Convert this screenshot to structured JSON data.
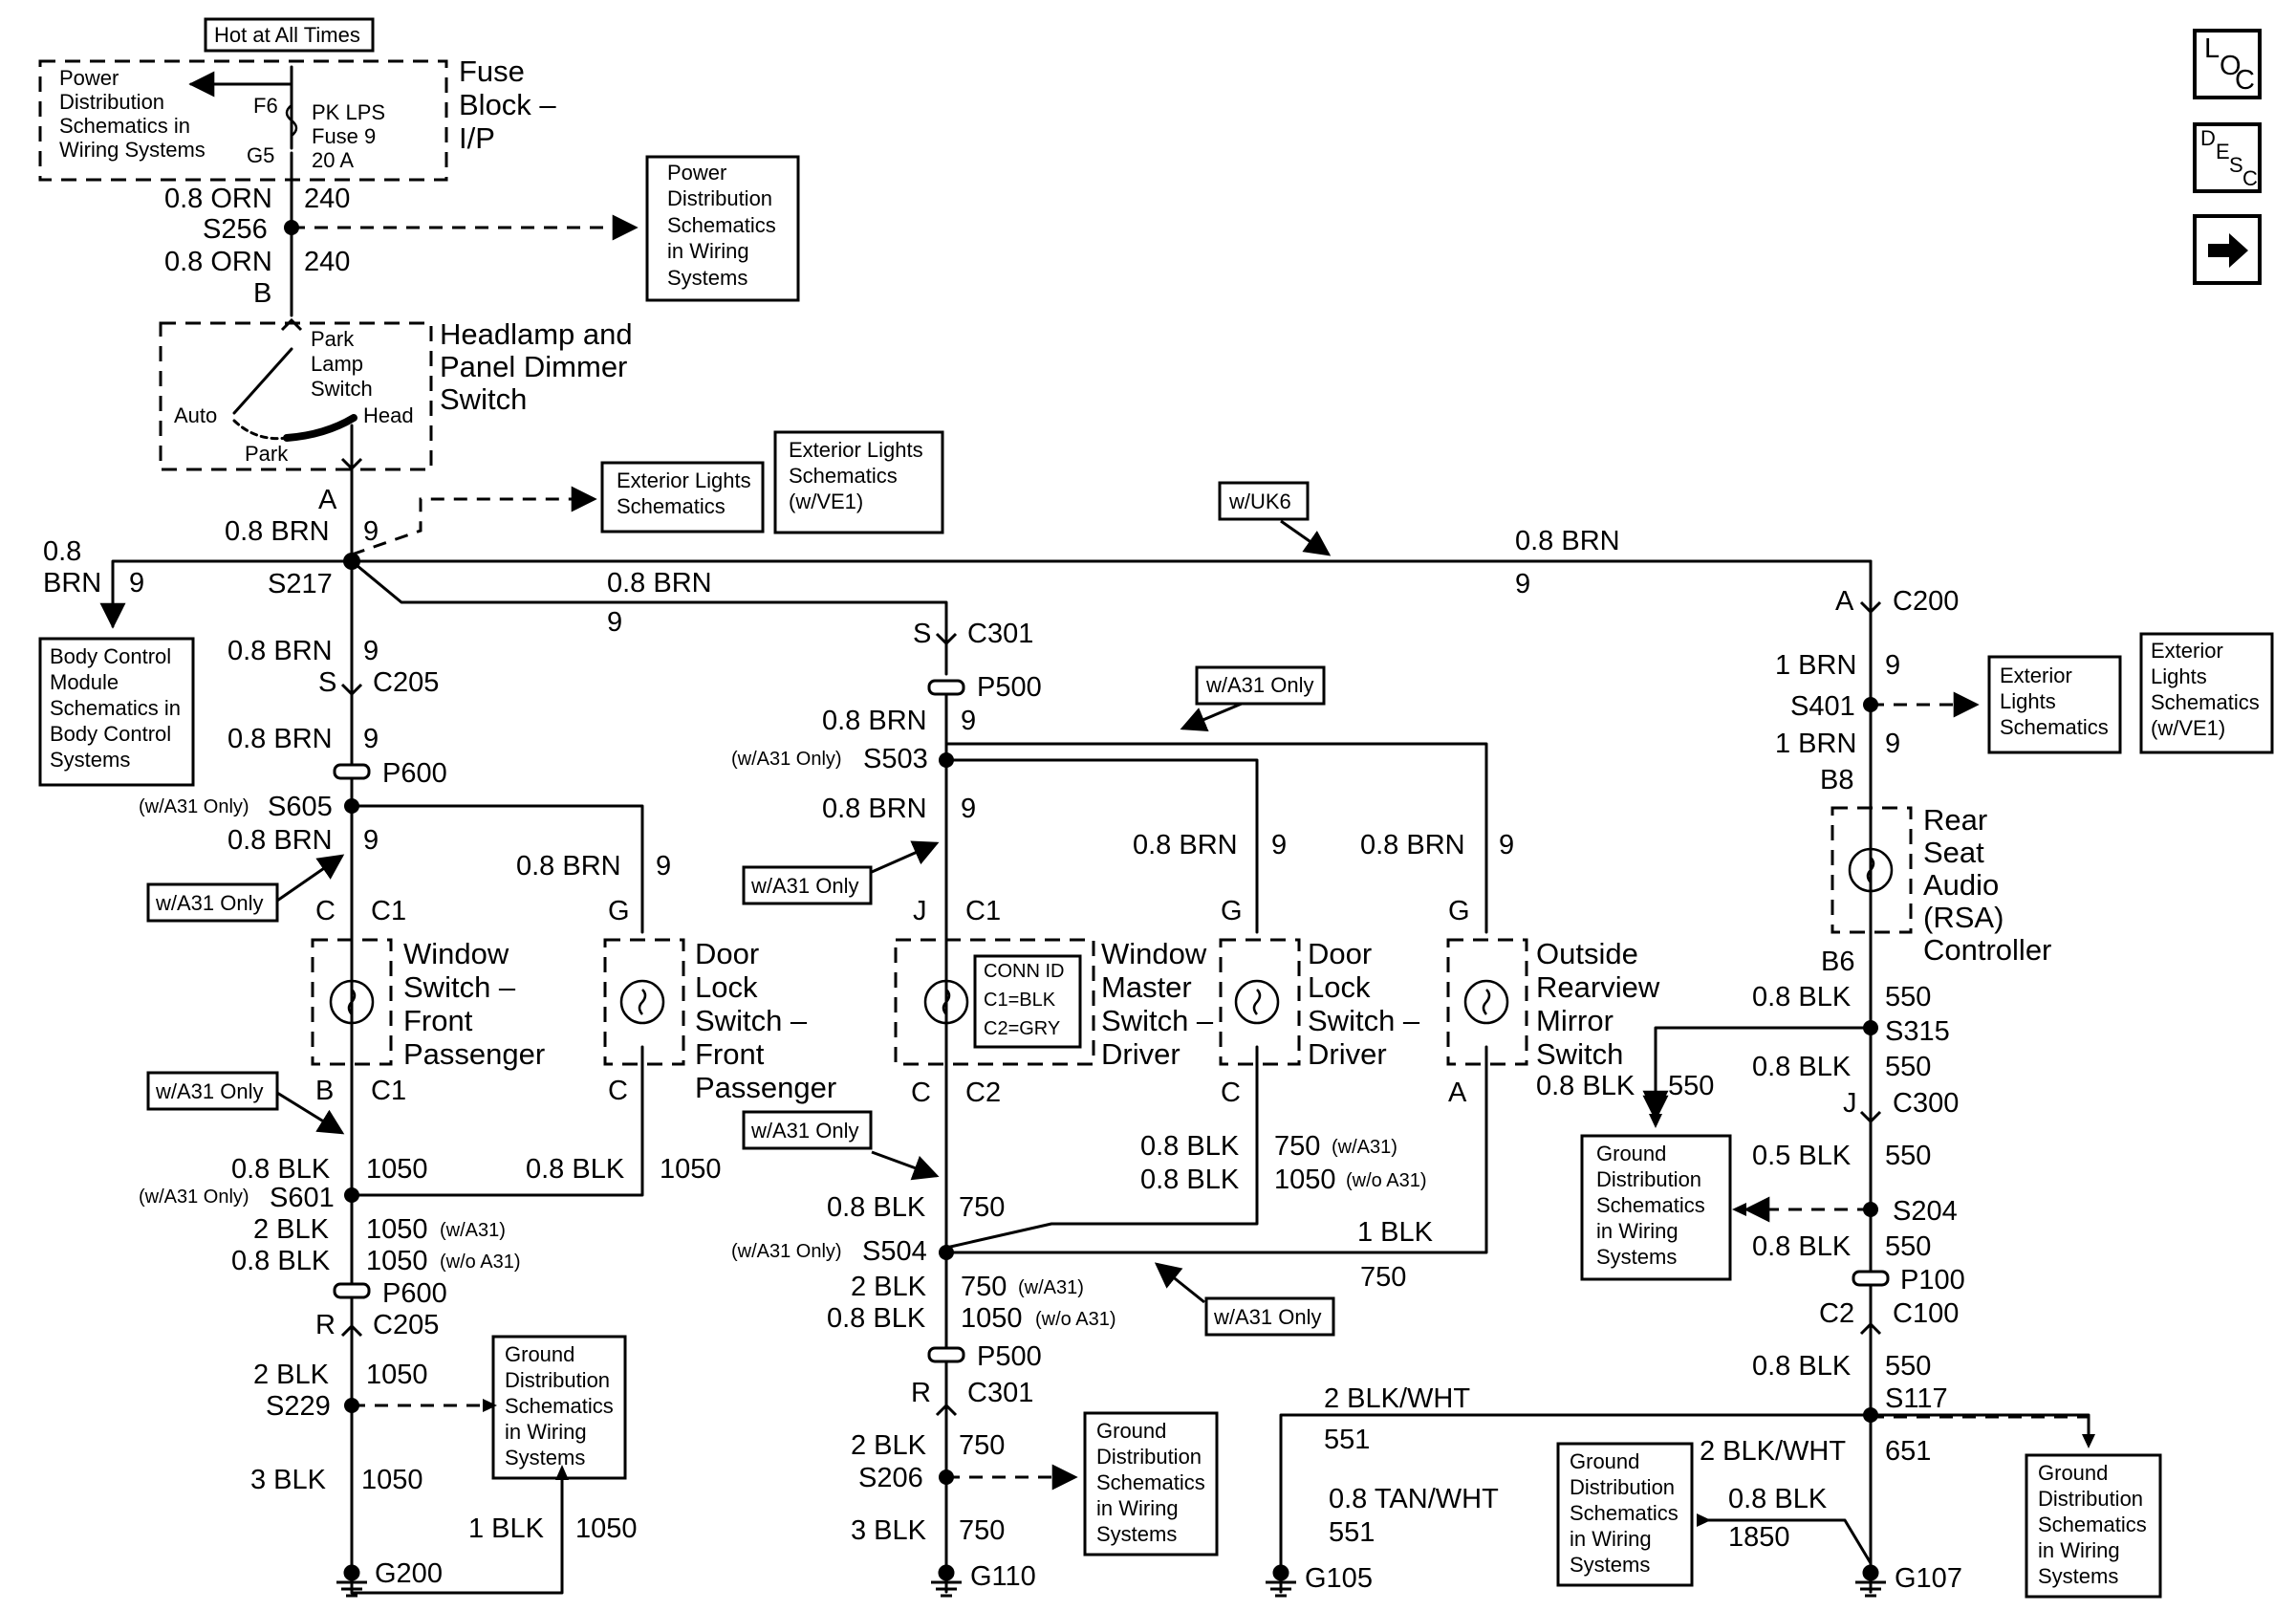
{
  "nav": {
    "loc": [
      "L",
      "O",
      "C"
    ],
    "desc": [
      "D",
      "E",
      "S",
      "C"
    ],
    "next_icon": "right-arrow-icon"
  },
  "top": {
    "hot": "Hot at All Times",
    "pd": [
      "Power",
      "Distribution",
      "Schematics in",
      "Wiring Systems"
    ],
    "fuse_block": [
      "Fuse",
      "Block –",
      "I/P"
    ],
    "f6": "F6",
    "g5": "G5",
    "fuse": [
      "PK LPS",
      "Fuse  9",
      "20 A"
    ],
    "w1": "0.8 ORN",
    "c1": "240",
    "s256": "S256",
    "w2": "0.8 ORN",
    "c2": "240",
    "b": "B",
    "pd2": [
      "Power",
      "Distribution",
      "Schematics",
      "in Wiring",
      "Systems"
    ]
  },
  "hl": {
    "name": [
      "Headlamp and",
      "Panel Dimmer",
      "Switch"
    ],
    "park_lamp": [
      "Park",
      "Lamp",
      "Switch"
    ],
    "auto": "Auto",
    "head": "Head",
    "park": "Park",
    "a": "A"
  },
  "bus": {
    "w_left_a": "0.8",
    "w_left_b": "BRN",
    "c_left": "9",
    "w_top": "0.8 BRN",
    "c_top": "9",
    "s217": "S217",
    "w_mid": "0.8 BRN",
    "c_mid": "9",
    "uk6": "w/UK6",
    "w_right": "0.8 BRN",
    "c_right": "9",
    "ext1": [
      "Exterior Lights",
      "Schematics"
    ],
    "ext2": [
      "Exterior Lights",
      "Schematics",
      "(w/VE1)"
    ]
  },
  "bcm": [
    "Body Control",
    "Module",
    "Schematics in",
    "Body Control",
    "Systems"
  ],
  "left": {
    "w1": "0.8 BRN",
    "c1": "9",
    "s": "S",
    "c205": "C205",
    "w2": "0.8 BRN",
    "c2": "9",
    "p600": "P600",
    "s605": "S605",
    "a31": "(w/A31 Only)",
    "w3": "0.8 BRN",
    "c3": "9",
    "w3b": "0.8 BRN",
    "c3b": "9",
    "tag1": "w/A31 Only",
    "tag2": "w/A31 Only",
    "c_pin": "C",
    "c1lbl": "C1",
    "g_pin": "G",
    "wsw": [
      "Window",
      "Switch –",
      "Front",
      "Passenger"
    ],
    "dlk": [
      "Door",
      "Lock",
      "Switch –",
      "Front",
      "Passenger"
    ],
    "b_pin": "B",
    "c1b": "C1",
    "c_pin2": "C",
    "w4": "0.8 BLK",
    "c4": "1050",
    "w4b": "0.8 BLK",
    "c4b": "1050",
    "s601": "S601",
    "w5": "2 BLK",
    "c5": "1050",
    "c5n": "(w/A31)",
    "w6": "0.8 BLK",
    "c6": "1050",
    "c6n": "(w/o A31)",
    "p600b": "P600",
    "r": "R",
    "c205b": "C205",
    "w7": "2 BLK",
    "c7": "1050",
    "s229": "S229",
    "w8": "3 BLK",
    "c8": "1050",
    "w9": "1 BLK",
    "c9": "1050",
    "g200": "G200",
    "gd": [
      "Ground",
      "Distribution",
      "Schematics",
      "in Wiring",
      "Systems"
    ]
  },
  "center": {
    "s": "S",
    "c301": "C301",
    "p500": "P500",
    "w1": "0.8 BRN",
    "c1": "9",
    "s503": "S503",
    "a31": "(w/A31 Only)",
    "tag1": "w/A31 Only",
    "w2": "0.8 BRN",
    "c2": "9",
    "tag2": "w/A31 Only",
    "w3": "0.8 BRN",
    "c3": "9",
    "w4": "0.8 BRN",
    "c4": "9",
    "j": "J",
    "c1lbl": "C1",
    "g1": "G",
    "g2": "G",
    "conn": [
      "CONN ID",
      "C1=BLK",
      "C2=GRY"
    ],
    "wms": [
      "Window",
      "Master",
      "Switch –",
      "Driver"
    ],
    "dls": [
      "Door",
      "Lock",
      "Switch –",
      "Driver"
    ],
    "orm": [
      "Outside",
      "Rearview",
      "Mirror",
      "Switch"
    ],
    "c_pin": "C",
    "c2lbl": "C2",
    "c_pin2": "C",
    "a_pin": "A",
    "tag3": "w/A31 Only",
    "w5": "0.8 BLK",
    "c5": "750",
    "c5n": "(w/A31)",
    "w6": "0.8 BLK",
    "c6": "1050",
    "c6n": "(w/o A31)",
    "w7": "0.8 BLK",
    "c7": "750",
    "w8": "1 BLK",
    "c8": "750",
    "s504": "S504",
    "w9": "2 BLK",
    "c9": "750",
    "c9n": "(w/A31)",
    "w10": "0.8 BLK",
    "c10": "1050",
    "c10n": "(w/o A31)",
    "tag4": "w/A31 Only",
    "p500b": "P500",
    "r": "R",
    "c301b": "C301",
    "w11": "2 BLK",
    "c11": "750",
    "s206": "S206",
    "w12": "3 BLK",
    "c12": "750",
    "g110": "G110",
    "gd": [
      "Ground",
      "Distribution",
      "Schematics",
      "in Wiring",
      "Systems"
    ]
  },
  "right": {
    "a": "A",
    "c200": "C200",
    "w1": "1 BRN",
    "c1": "9",
    "s401": "S401",
    "w2": "1 BRN",
    "c2": "9",
    "b8": "B8",
    "ext1": [
      "Exterior",
      "Lights",
      "Schematics"
    ],
    "ext2": [
      "Exterior",
      "Lights",
      "Schematics",
      "(w/VE1)"
    ],
    "rsa": [
      "Rear",
      "Seat",
      "Audio",
      "(RSA)",
      "Controller"
    ],
    "b6": "B6",
    "w3": "0.8 BLK",
    "c3": "550",
    "s315": "S315",
    "w4": "0.8 BLK",
    "c4": "550",
    "w4b": "0.8 BLK",
    "c4b": "550",
    "j": "J",
    "c300": "C300",
    "w5": "0.5 BLK",
    "c5": "550",
    "s204": "S204",
    "gd1": [
      "Ground",
      "Distribution",
      "Schematics",
      "in Wiring",
      "Systems"
    ],
    "w6": "0.8 BLK",
    "c6": "550",
    "p100": "P100",
    "c2lbl": "C2",
    "c100": "C100",
    "w7": "0.8 BLK",
    "c7": "550",
    "s117": "S117",
    "w8": "2 BLK/WHT",
    "c8": "551",
    "w9": "2 BLK/WHT",
    "c9": "651",
    "w10": "0.8 TAN/WHT",
    "c10": "551",
    "w11": "0.8 BLK",
    "c11": "1850",
    "gd2": [
      "Ground",
      "Distribution",
      "Schematics",
      "in Wiring",
      "Systems"
    ],
    "gd3": [
      "Ground",
      "Distribution",
      "Schematics",
      "in Wiring",
      "Systems"
    ],
    "g105": "G105",
    "g107": "G107"
  }
}
